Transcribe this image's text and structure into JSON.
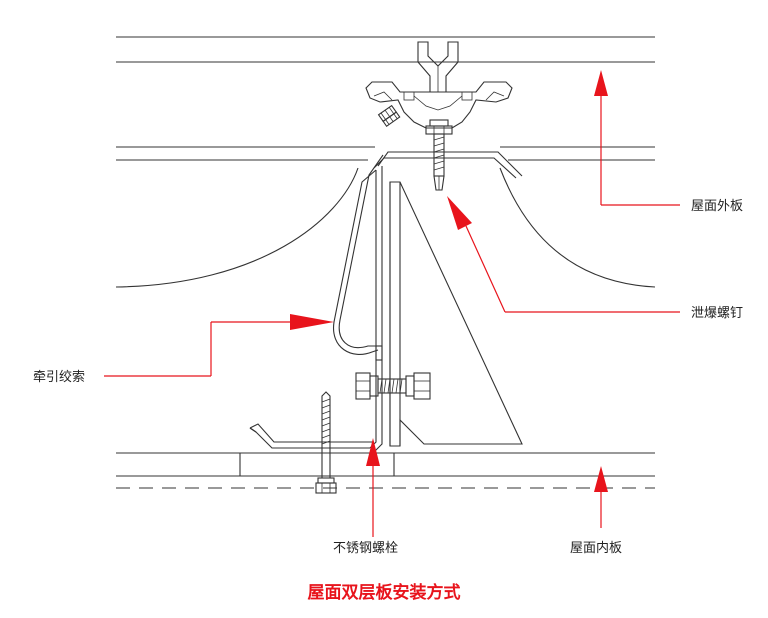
{
  "labels": {
    "outer_panel": "屋面外板",
    "blast_screw": "泄爆螺钉",
    "traction_cable": "牵引绞索",
    "bolt": "不锈钢螺栓",
    "inner_panel": "屋面内板"
  },
  "title": "屋面双层板安装方式",
  "colors": {
    "callout": "#e8141c",
    "line": "#333333"
  }
}
